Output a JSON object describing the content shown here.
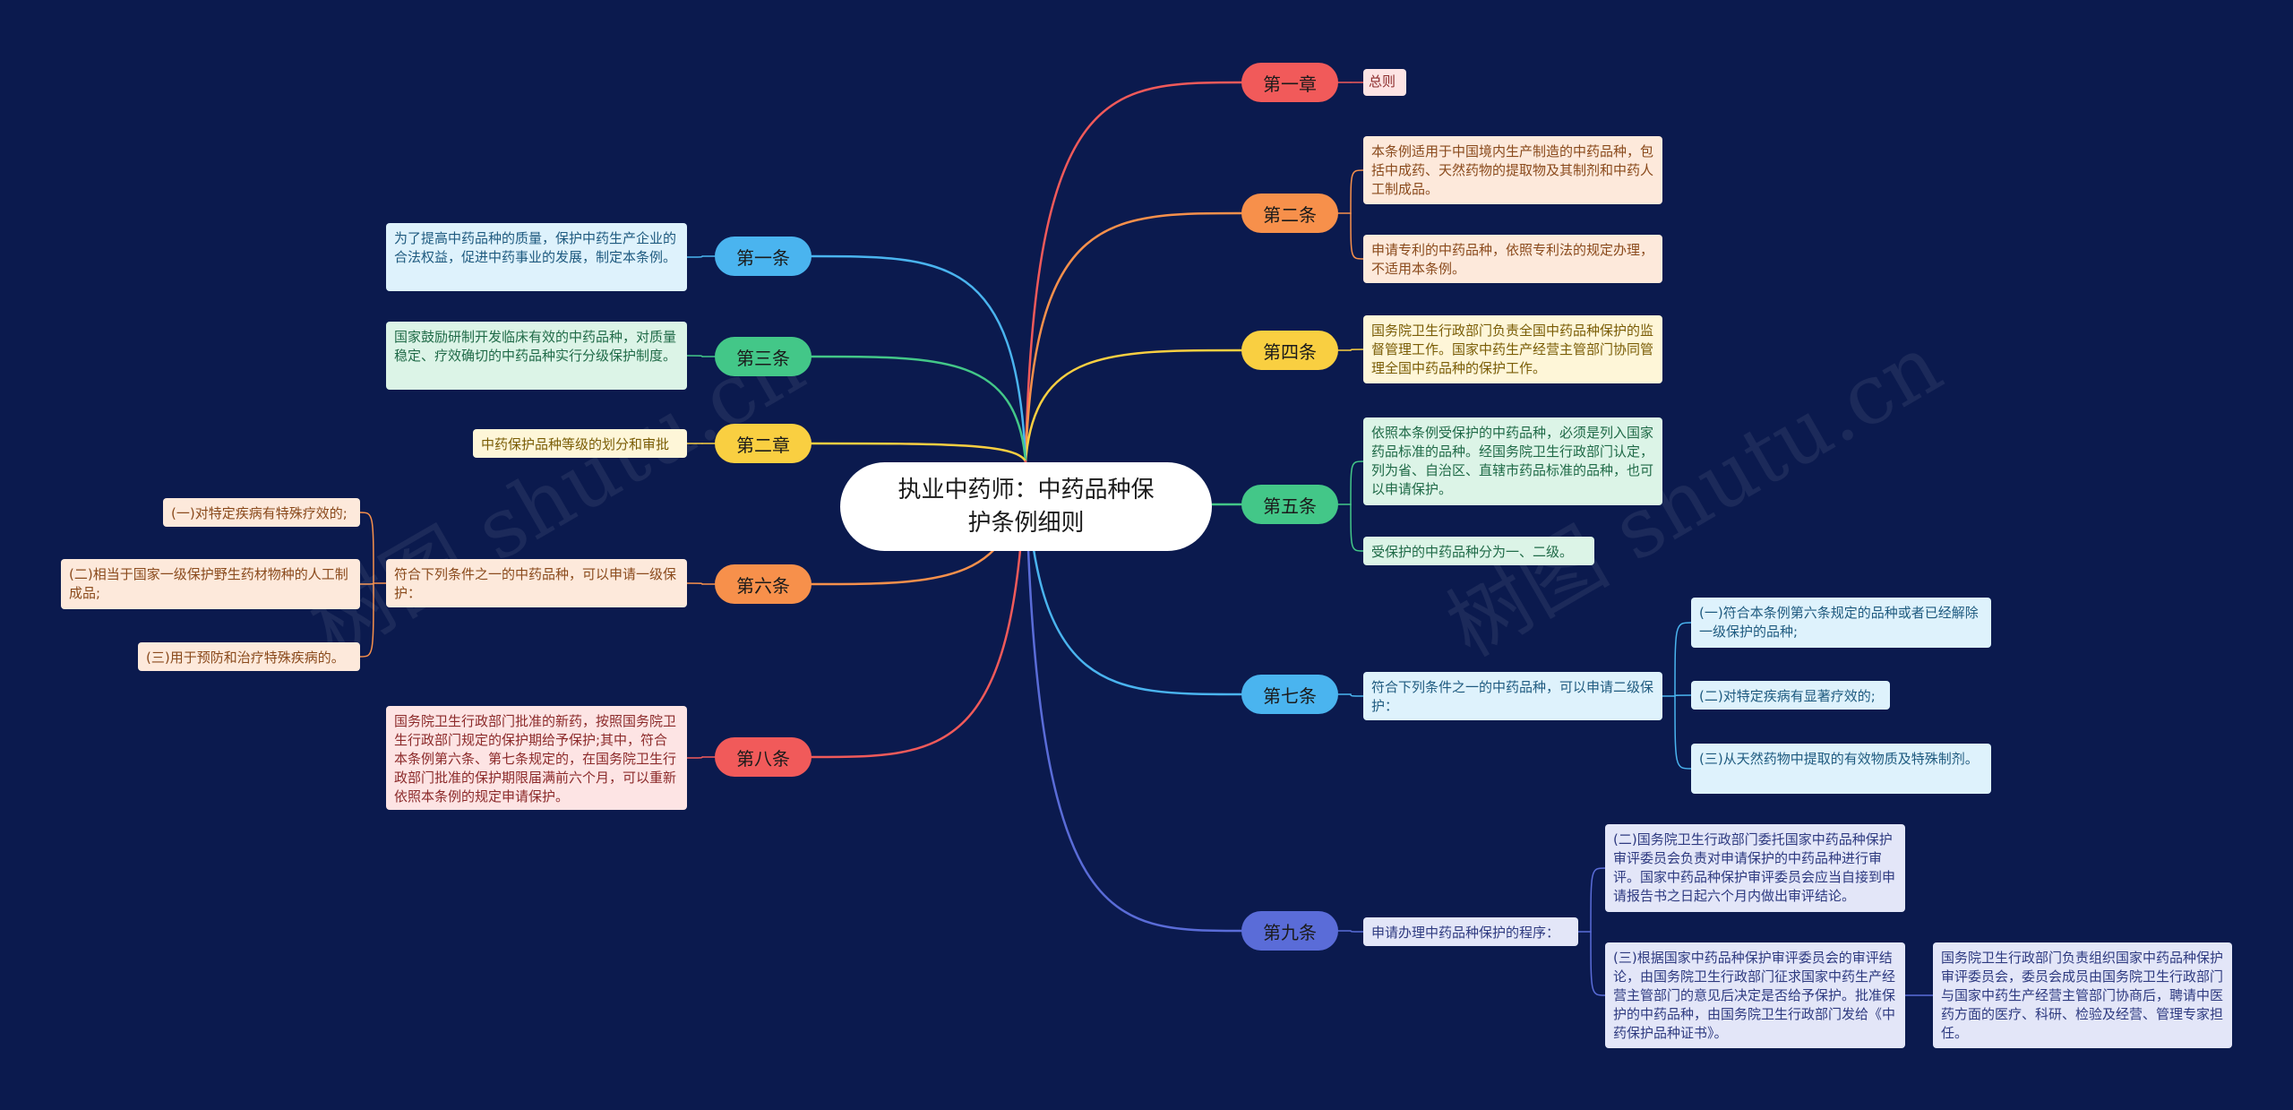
{
  "watermarks": [
    "树图 shutu.cn",
    "树图 shutu.cn"
  ],
  "root": {
    "title": "执业中药师：中药品种保护条例细则"
  },
  "colors": {
    "background": "#0b1a4e",
    "red": "#f15a5a",
    "orange": "#f7904b",
    "yellow": "#f9cf41",
    "green": "#43c788",
    "blue": "#4ab4ef",
    "indigo": "#5a6cd8"
  },
  "right_branches": [
    {
      "label": "第一章",
      "color": "red",
      "leaves": [
        "总则"
      ]
    },
    {
      "label": "第二条",
      "color": "orange",
      "leaves": [
        "本条例适用于中国境内生产制造的中药品种，包括中成药、天然药物的提取物及其制剂和中药人工制成品。",
        "申请专利的中药品种，依照专利法的规定办理，不适用本条例。"
      ]
    },
    {
      "label": "第四条",
      "color": "yellow",
      "leaves": [
        "国务院卫生行政部门负责全国中药品种保护的监督管理工作。国家中药生产经营主管部门协同管理全国中药品种的保护工作。"
      ]
    },
    {
      "label": "第五条",
      "color": "green",
      "leaves": [
        "依照本条例受保护的中药品种，必须是列入国家药品标准的品种。经国务院卫生行政部门认定，列为省、自治区、直辖市药品标准的品种，也可以申请保护。",
        "受保护的中药品种分为一、二级。"
      ]
    },
    {
      "label": "第七条",
      "color": "blue",
      "text": "符合下列条件之一的中药品种，可以申请二级保护：",
      "items": [
        "(一)符合本条例第六条规定的品种或者已经解除一级保护的品种;",
        "(二)对特定疾病有显著疗效的;",
        "(三)从天然药物中提取的有效物质及特殊制剂。"
      ]
    },
    {
      "label": "第九条",
      "color": "indigo",
      "text": "申请办理中药品种保护的程序：",
      "items": [
        "(二)国务院卫生行政部门委托国家中药品种保护审评委员会负责对申请保护的中药品种进行审评。国家中药品种保护审评委员会应当自接到申请报告书之日起六个月内做出审评结论。",
        "(三)根据国家中药品种保护审评委员会的审评结论，由国务院卫生行政部门征求国家中药生产经营主管部门的意见后决定是否给予保护。批准保护的中药品种，由国务院卫生行政部门发给《中药保护品种证书》。"
      ],
      "extra": "国务院卫生行政部门负责组织国家中药品种保护审评委员会，委员会成员由国务院卫生行政部门与国家中药生产经营主管部门协商后，聘请中医药方面的医疗、科研、检验及经营、管理专家担任。"
    }
  ],
  "left_branches": [
    {
      "label": "第一条",
      "color": "blue",
      "leaves": [
        "为了提高中药品种的质量，保护中药生产企业的合法权益，促进中药事业的发展，制定本条例。"
      ]
    },
    {
      "label": "第三条",
      "color": "green",
      "leaves": [
        "国家鼓励研制开发临床有效的中药品种，对质量稳定、疗效确切的中药品种实行分级保护制度。"
      ]
    },
    {
      "label": "第二章",
      "color": "yellow",
      "leaves": [
        "中药保护品种等级的划分和审批"
      ]
    },
    {
      "label": "第六条",
      "color": "orange",
      "text": "符合下列条件之一的中药品种，可以申请一级保护：",
      "items": [
        "(一)对特定疾病有特殊疗效的;",
        "(二)相当于国家一级保护野生药材物种的人工制成品;",
        "(三)用于预防和治疗特殊疾病的。"
      ]
    },
    {
      "label": "第八条",
      "color": "red",
      "leaves": [
        "国务院卫生行政部门批准的新药，按照国务院卫生行政部门规定的保护期给予保护;其中，符合本条例第六条、第七条规定的，在国务院卫生行政部门批准的保护期限届满前六个月，可以重新依照本条例的规定申请保护。"
      ]
    }
  ]
}
